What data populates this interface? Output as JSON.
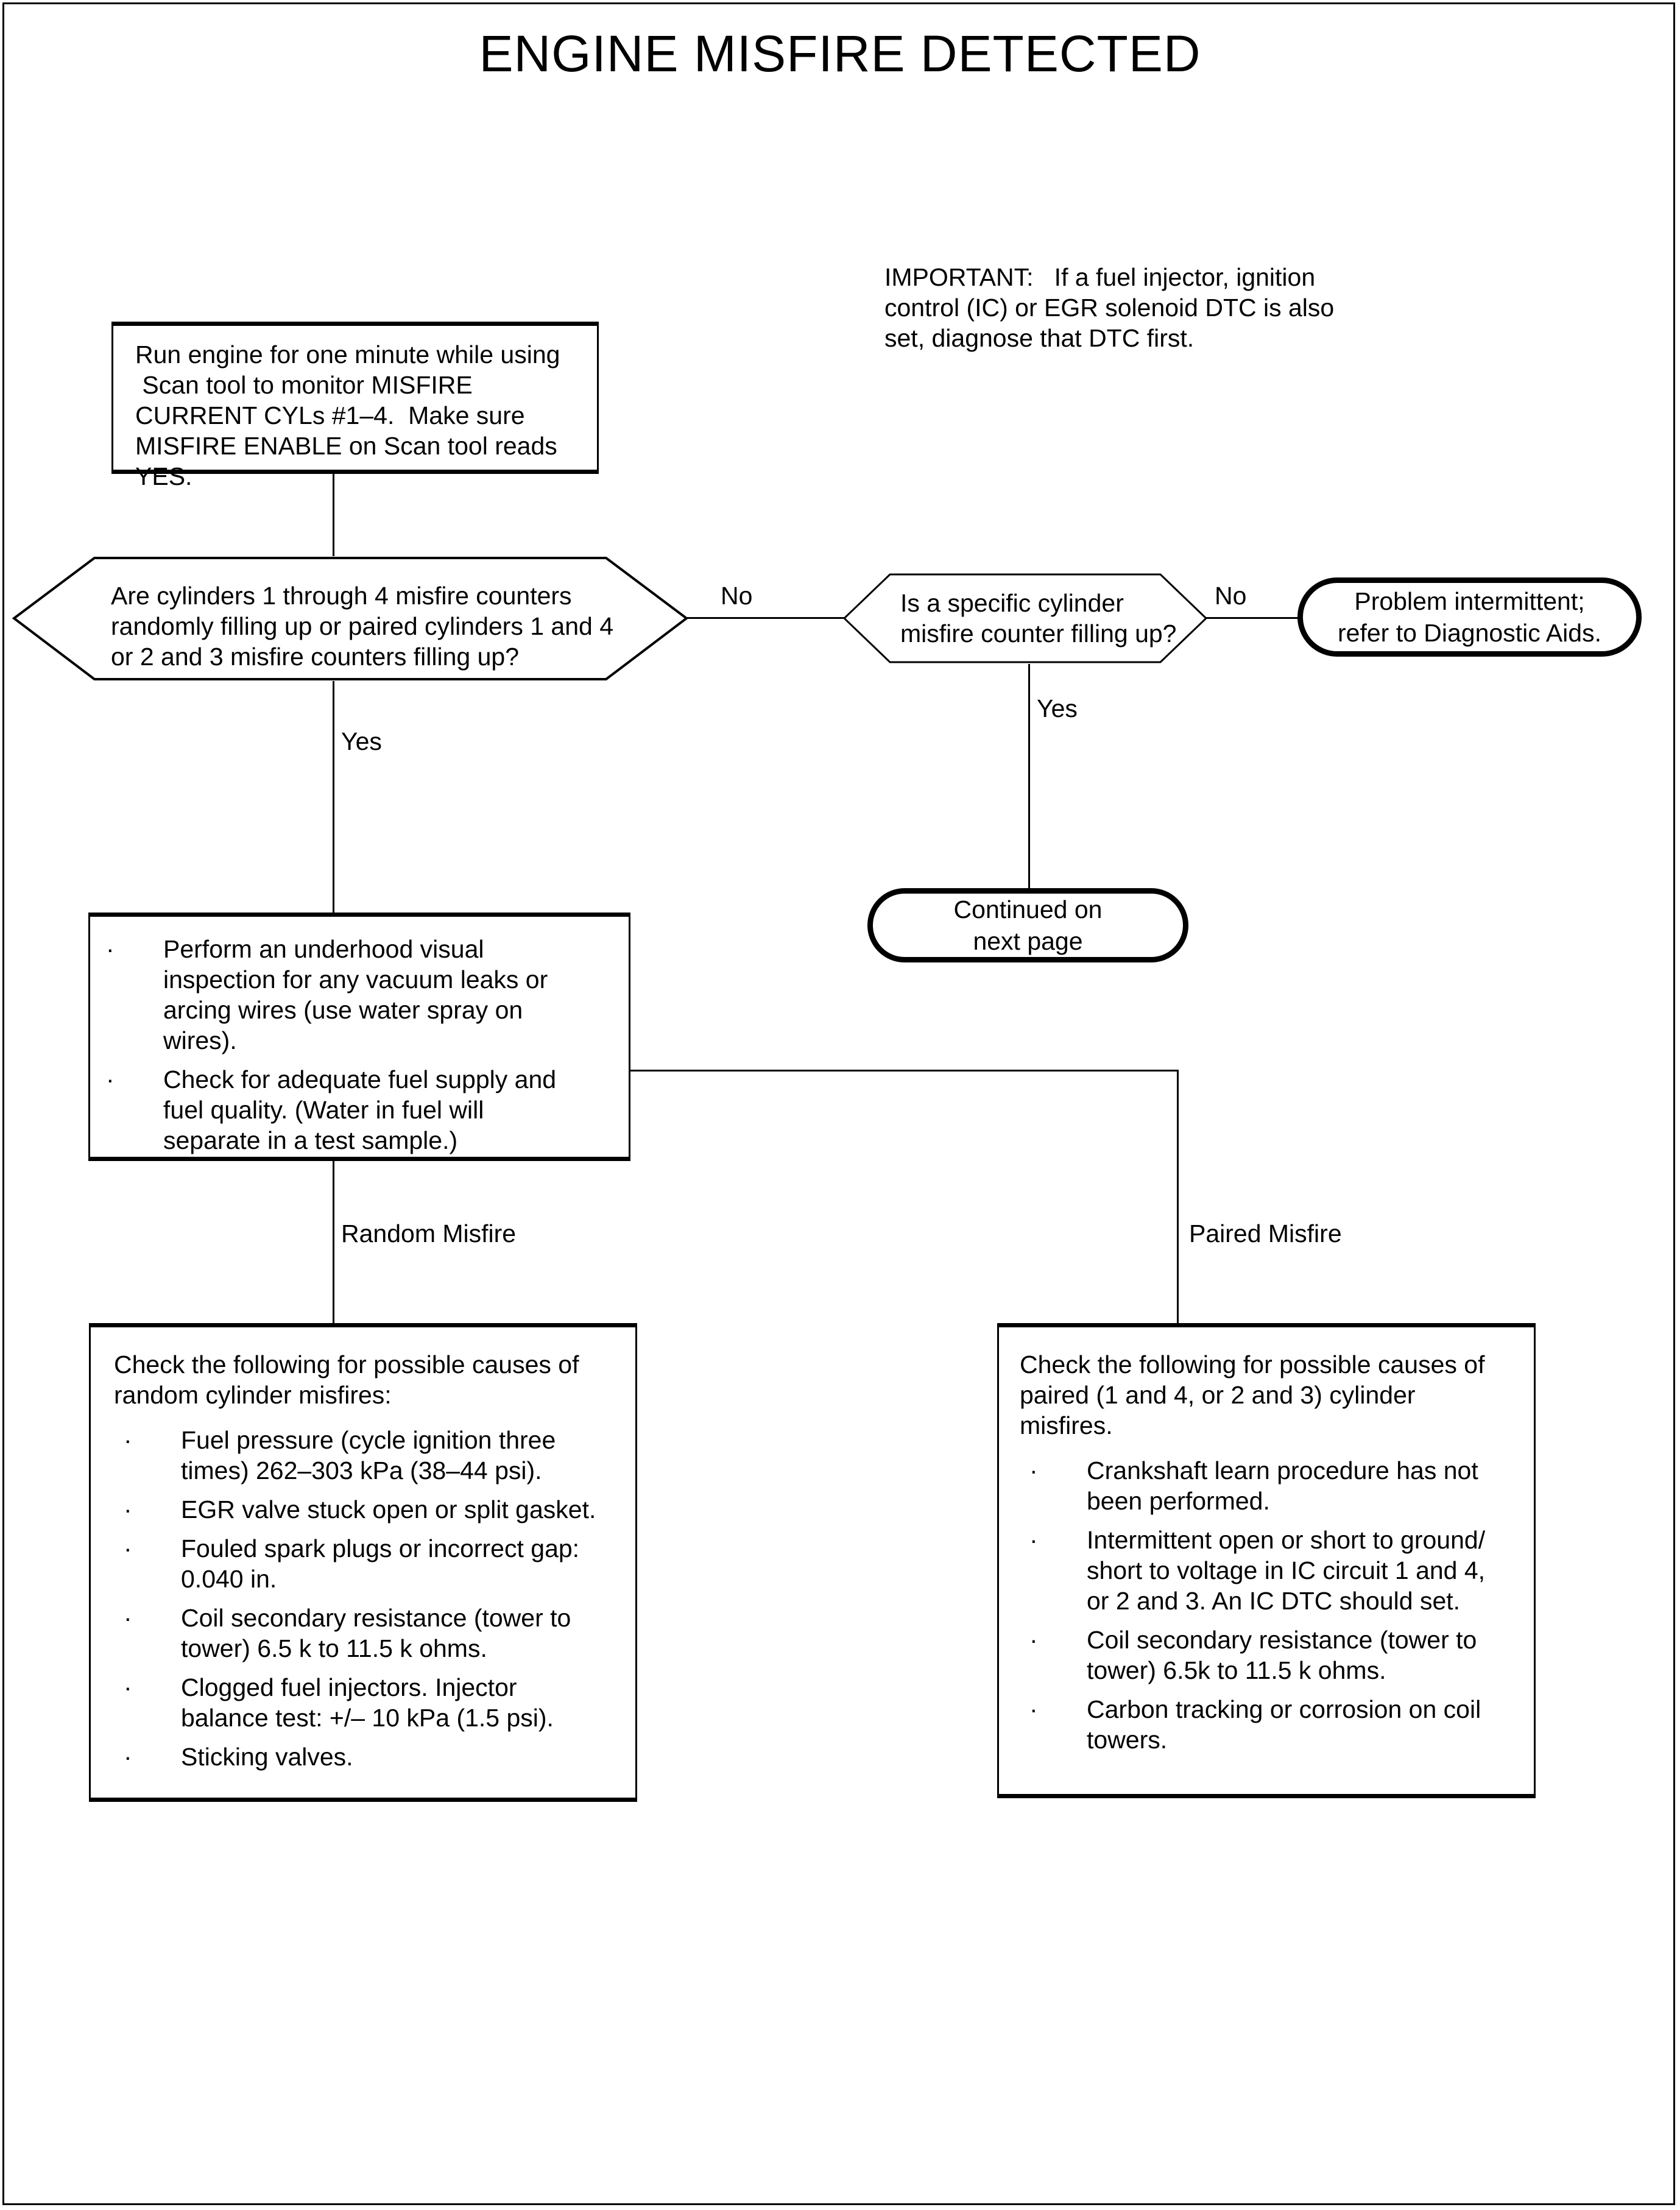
{
  "page": {
    "title": "ENGINE MISFIRE DETECTED"
  },
  "note": {
    "text": "IMPORTANT:   If a fuel injector, ignition\ncontrol (IC) or EGR solenoid DTC is also\nset, diagnose that DTC first."
  },
  "steps": {
    "start": {
      "text": "Run engine for one minute while using\n Scan tool to monitor MISFIRE\nCURRENT CYLs #1–4.  Make sure\nMISFIRE ENABLE on Scan tool reads\nYES."
    },
    "decision_1": {
      "text": "Are cylinders 1 through 4 misfire counters\nrandomly filling up or paired cylinders 1 and 4\nor 2 and 3 misfire counters filling up?"
    },
    "decision_2": {
      "text": "Is a specific cylinder\nmisfire counter filling up?"
    },
    "terminator_intermittent": {
      "text": "Problem intermittent;\nrefer to Diagnostic Aids."
    },
    "terminator_continued": {
      "text": "Continued on\nnext page"
    },
    "inspection": {
      "bullets": [
        "Perform an underhood visual\ninspection for any vacuum leaks or\narcing wires (use water spray on\nwires).",
        "Check for adequate fuel supply and\nfuel quality. (Water in fuel will\nseparate in a test sample.)"
      ]
    },
    "random_causes": {
      "lead": "Check the following for possible causes of\nrandom cylinder misfires:",
      "bullets": [
        "Fuel pressure (cycle ignition three\ntimes) 262–303 kPa (38–44 psi).",
        "EGR valve stuck open or split gasket.",
        "Fouled spark plugs or incorrect gap:\n0.040 in.",
        "Coil secondary resistance (tower to\ntower) 6.5 k to 11.5 k ohms.",
        "Clogged fuel injectors. Injector\nbalance test: +/– 10 kPa (1.5 psi).",
        "Sticking valves."
      ]
    },
    "paired_causes": {
      "lead": "Check the following for possible causes of\npaired (1 and 4, or 2 and 3) cylinder\nmisfires.",
      "bullets": [
        "Crankshaft learn procedure has not\nbeen performed.",
        "Intermittent open or short to ground/\nshort to voltage in IC circuit 1 and 4,\nor 2 and 3. An IC DTC should set.",
        "Coil secondary resistance (tower to\ntower) 6.5k to 11.5 k ohms.",
        "Carbon tracking or corrosion on coil\ntowers."
      ]
    }
  },
  "edge_labels": {
    "d1_no": "No",
    "d1_yes": "Yes",
    "d2_no": "No",
    "d2_yes": "Yes",
    "random_misfire": "Random Misfire",
    "paired_misfire": "Paired Misfire"
  },
  "bullet_glyph": "·",
  "colors": {
    "ink": "#000000",
    "paper": "#ffffff"
  }
}
